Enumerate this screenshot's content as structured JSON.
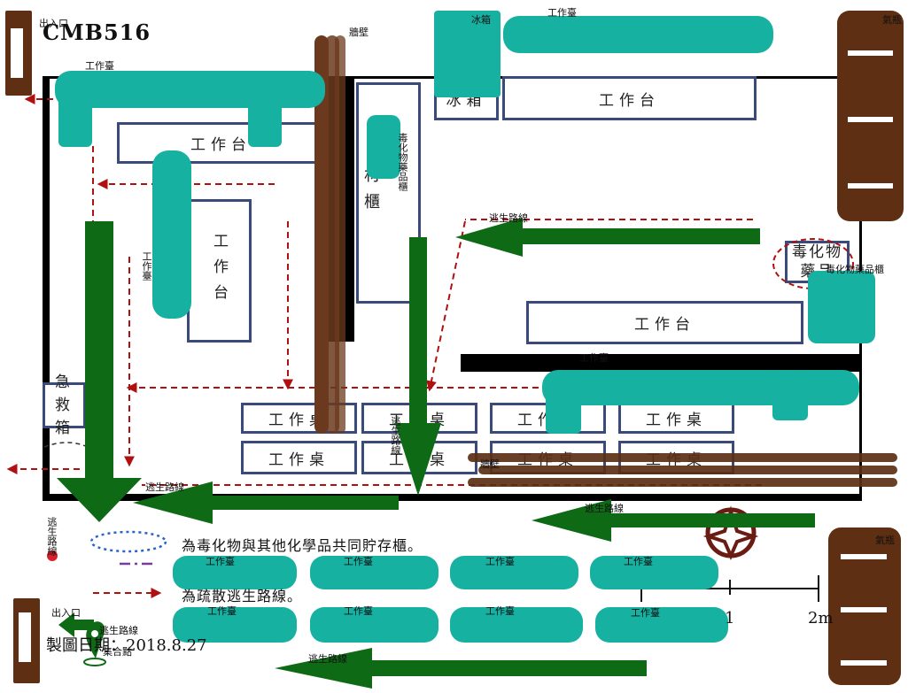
{
  "title": "CMB516",
  "labels": {
    "exit_top_left": "出入口",
    "exit_bottom_left": "出入口",
    "wall": "牆壁",
    "fridge_top": "冰箱",
    "fridge_box": "冰箱",
    "workbench_teal": "工作臺",
    "gas_cabinet": "氣瓶",
    "workbench_box": "工作台",
    "toxic_cabinet_label": "毒化物藥品櫃",
    "toxic_cabinet_vertical": "毒化物藥品櫃",
    "cabinet_partial": "材櫃",
    "toxic_box_text": "毒化物藥品",
    "escape_route": "逃生路線",
    "emergency_box": "急救箱",
    "work_desk": "工作桌",
    "assembly_point": "集合點",
    "legend_storage": "為毒化物與其他化學品共同貯存櫃。",
    "legend_escape": "為疏散逃生路線。",
    "scale_1": "1",
    "scale_2": "2m",
    "date_label": "製圖日期：2018.8.27",
    "date_display": "製圖日期：2018.8.27"
  }
}
